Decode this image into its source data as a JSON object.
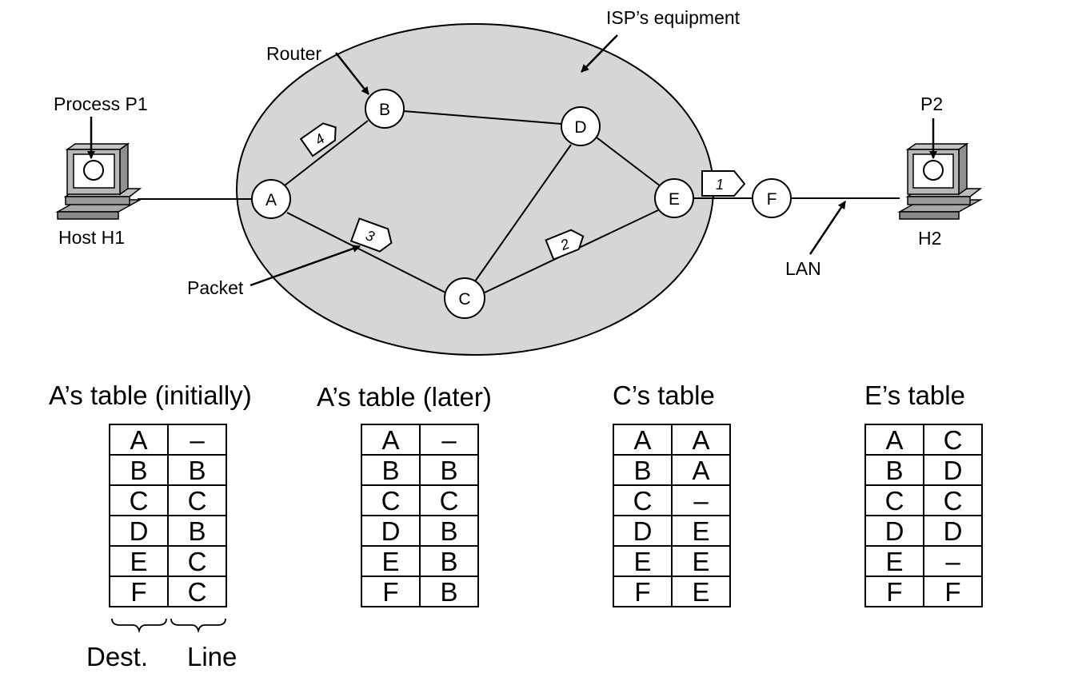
{
  "labels": {
    "isp": "ISP’s equipment",
    "router": "Router",
    "process_p1": "Process P1",
    "host_h1": "Host H1",
    "packet": "Packet",
    "p2": "P2",
    "h2": "H2",
    "lan": "LAN"
  },
  "nodes": [
    "A",
    "B",
    "C",
    "D",
    "E",
    "F"
  ],
  "packets": [
    "1",
    "2",
    "3",
    "4"
  ],
  "tables": [
    {
      "title": "A’s table (initially)",
      "rows": [
        [
          "A",
          "–"
        ],
        [
          "B",
          "B"
        ],
        [
          "C",
          "C"
        ],
        [
          "D",
          "B"
        ],
        [
          "E",
          "C"
        ],
        [
          "F",
          "C"
        ]
      ]
    },
    {
      "title": "A’s table (later)",
      "rows": [
        [
          "A",
          "–"
        ],
        [
          "B",
          "B"
        ],
        [
          "C",
          "C"
        ],
        [
          "D",
          "B"
        ],
        [
          "E",
          "B"
        ],
        [
          "F",
          "B"
        ]
      ]
    },
    {
      "title": "C’s table",
      "rows": [
        [
          "A",
          "A"
        ],
        [
          "B",
          "A"
        ],
        [
          "C",
          "–"
        ],
        [
          "D",
          "E"
        ],
        [
          "E",
          "E"
        ],
        [
          "F",
          "E"
        ]
      ]
    },
    {
      "title": "E’s table",
      "rows": [
        [
          "A",
          "C"
        ],
        [
          "B",
          "D"
        ],
        [
          "C",
          "C"
        ],
        [
          "D",
          "D"
        ],
        [
          "E",
          "–"
        ],
        [
          "F",
          "F"
        ]
      ]
    }
  ],
  "legend": {
    "dest": "Dest.",
    "line": "Line"
  }
}
